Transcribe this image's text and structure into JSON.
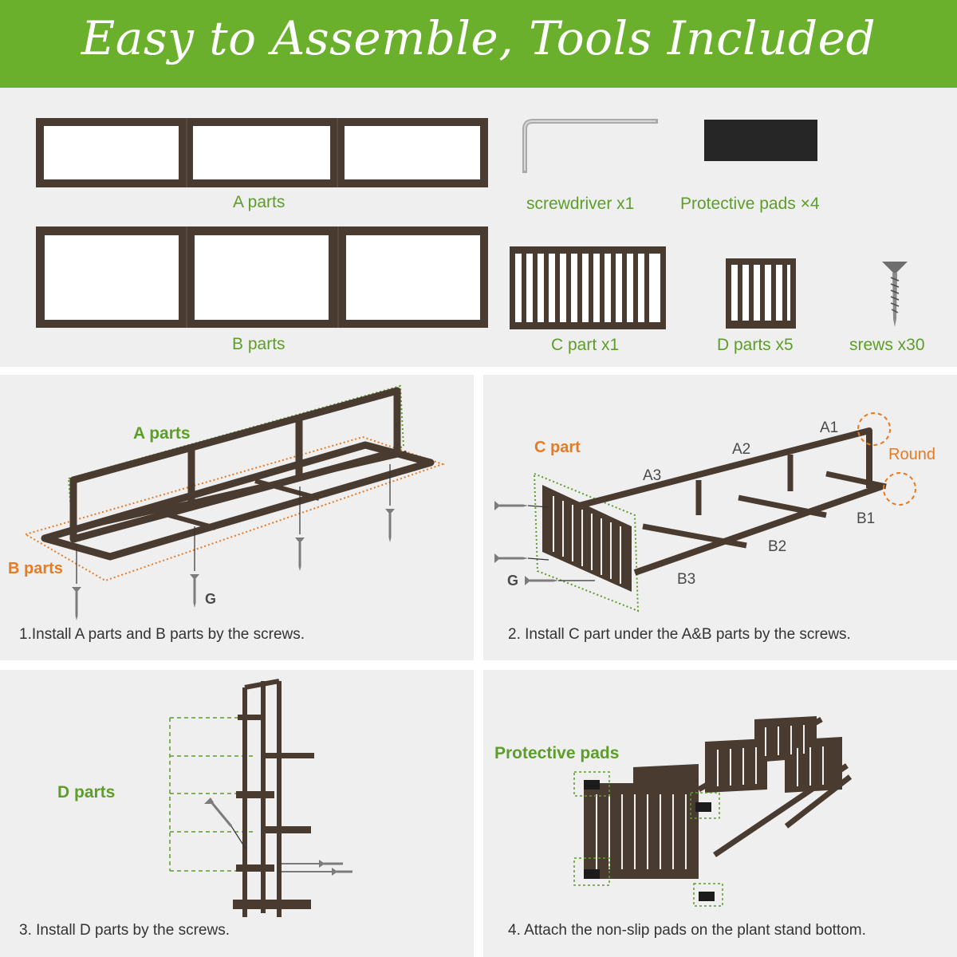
{
  "banner": {
    "title": "Easy to Assemble, Tools Included"
  },
  "parts": {
    "a_parts": "A parts",
    "b_parts": "B parts",
    "screwdriver": "screwdriver x1",
    "protective_pads": "Protective pads ×4",
    "c_part": "C part x1",
    "d_parts": "D parts x5",
    "screws": "srews x30"
  },
  "step1": {
    "a_parts": "A parts",
    "b_parts": "B parts",
    "g": "G",
    "caption": "1.Install A parts and B parts by the screws."
  },
  "step2": {
    "c_part": "C part",
    "a1": "A1",
    "a2": "A2",
    "a3": "A3",
    "b1": "B1",
    "b2": "B2",
    "b3": "B3",
    "g": "G",
    "round": "Round",
    "caption": "2. Install C part under the A&B parts by the screws."
  },
  "step3": {
    "d_parts": "D parts",
    "caption": "3. Install D parts by the screws."
  },
  "step4": {
    "protective_pads": "Protective pads",
    "caption": "4. Attach the non-slip pads on the plant stand bottom."
  },
  "colors": {
    "banner": "#6ab02c",
    "label_green": "#5d9d2a",
    "label_orange": "#e87a22",
    "wood": "#4a3b30",
    "panel": "#efefef"
  },
  "icons": [
    "hex-key-icon",
    "screw-icon",
    "protective-pad-icon"
  ]
}
